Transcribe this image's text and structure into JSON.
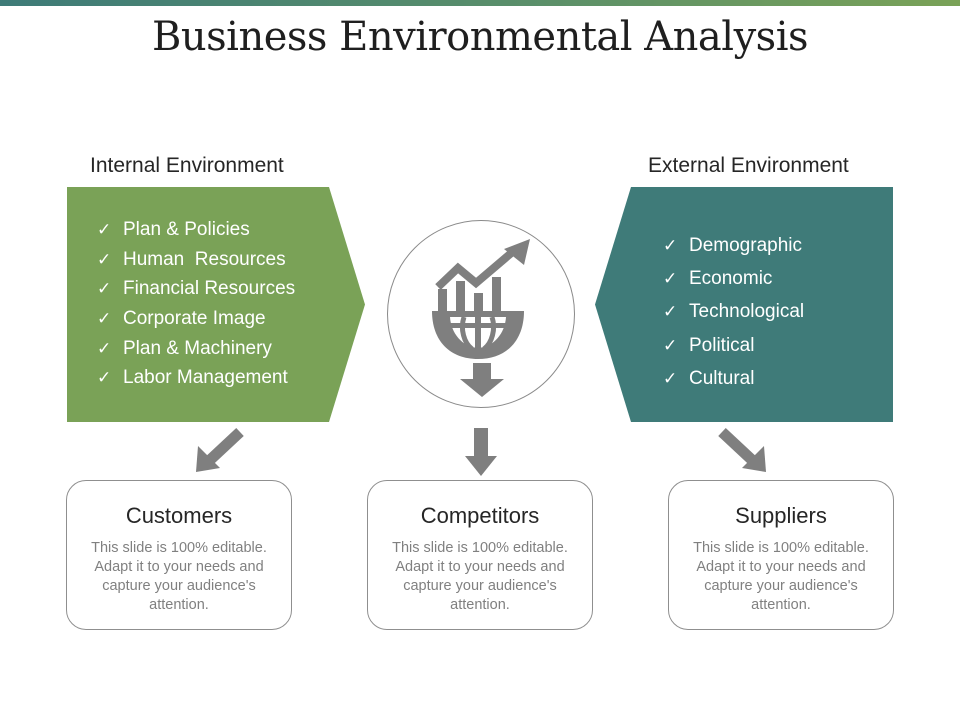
{
  "title": "Business Environmental Analysis",
  "internal": {
    "heading": "Internal Environment",
    "items": [
      "Plan & Policies",
      "Human  Resources",
      "Financial Resources",
      "Corporate Image",
      "Plan & Machinery",
      "Labor Management"
    ]
  },
  "external": {
    "heading": "External Environment",
    "items": [
      "Demographic",
      "Economic",
      "Technological",
      "Political",
      "Cultural"
    ]
  },
  "center_icon": "globe-growth-chart-icon",
  "cards": [
    {
      "title": "Customers",
      "text": "This slide is 100% editable. Adapt it to your needs and capture your audience's attention."
    },
    {
      "title": "Competitors",
      "text": "This slide is 100% editable. Adapt it to your needs and capture your audience's attention."
    },
    {
      "title": "Suppliers",
      "text": "This slide is 100% editable. Adapt it to your needs and capture your audience's attention."
    }
  ],
  "colors": {
    "green": "#7aa257",
    "teal": "#3f7b79",
    "icon_gray": "#7f7f7f"
  }
}
